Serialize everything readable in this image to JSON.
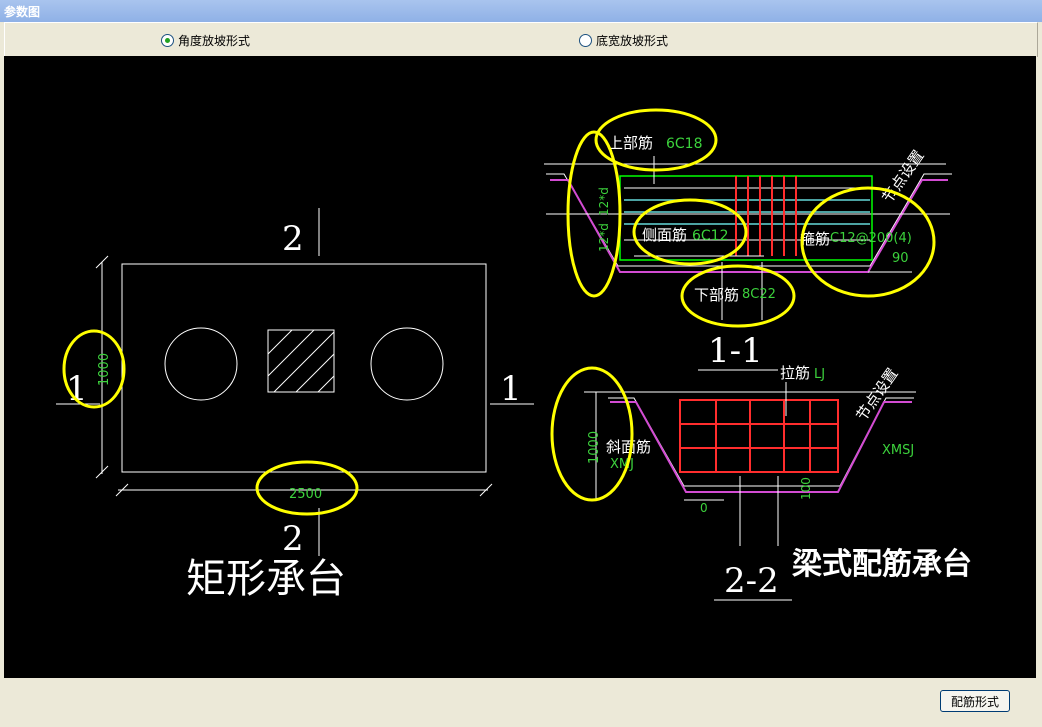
{
  "window": {
    "title": "参数图"
  },
  "options": [
    {
      "label": "角度放坡形式",
      "selected": true
    },
    {
      "label": "底宽放坡形式",
      "selected": false
    }
  ],
  "drawing": {
    "left": {
      "section_top": "2",
      "section_bottom": "2",
      "section_left": "1",
      "section_right": "1",
      "dim_height": "1000",
      "dim_width": "2500",
      "caption": "矩形承台"
    },
    "section_11": {
      "top_bar_label": "上部筋",
      "top_bar_value": "6C18",
      "anchor_label": "12*d",
      "anchor_label_2": "12*d",
      "side_bar_label": "侧面筋",
      "side_bar_value": "6C12",
      "stirrup_label": "箍筋",
      "stirrup_value": "C12@200(4)",
      "node_label": "节点设置",
      "angle": "90",
      "bottom_bar_label": "下部筋",
      "bottom_bar_value": "8C22",
      "section_title": "1-1"
    },
    "section_22": {
      "tie_label": "拉筋",
      "tie_value": "LJ",
      "node_label": "节点设置",
      "dim_height": "1000",
      "slope_label": "斜面筋",
      "slope_value": "XMJ",
      "xmsj": "XMSJ",
      "dim_0": "0",
      "dim_100": "100",
      "section_title": "2-2",
      "caption": "梁式配筋承台"
    }
  },
  "buttons": {
    "rebar_form": "配筋形式"
  }
}
